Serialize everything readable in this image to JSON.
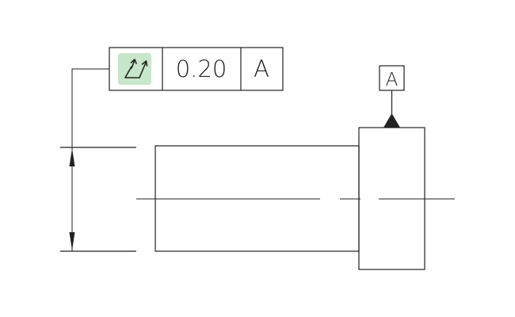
{
  "feature_control_frame": {
    "symbol_icon": "total-runout-icon",
    "symbol_highlight": "#c8e6c9",
    "tolerance": "0.20",
    "datum": "A"
  },
  "datum_feature": {
    "label": "A"
  },
  "colors": {
    "line": "#222222",
    "background": "#ffffff"
  }
}
